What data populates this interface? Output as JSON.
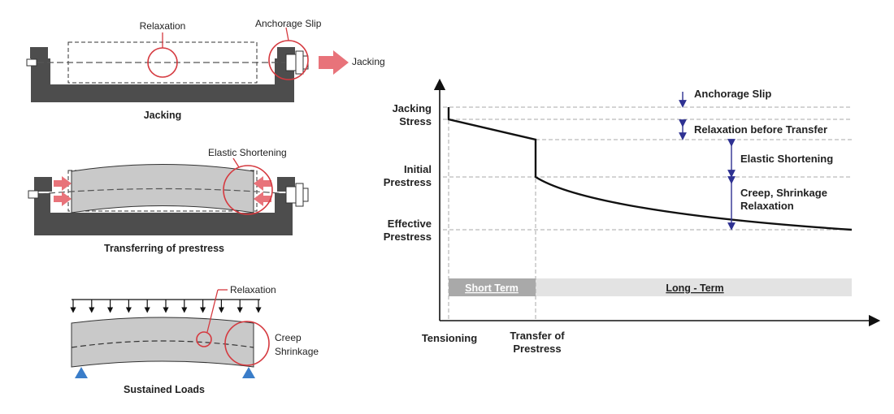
{
  "colors": {
    "concrete": "#4d4d4d",
    "beam": "#c9c9c9",
    "highlight_red": "#d5393f",
    "arrow_pink": "#e8737a",
    "dimension_blue": "#2e3192",
    "support_blue": "#3a7dc9",
    "short_term_fill": "#a9a9a9",
    "long_term_fill": "#e3e3e3"
  },
  "panels": {
    "jacking": {
      "caption": "Jacking",
      "relaxation_label": "Relaxation",
      "anchorage_slip_label": "Anchorage Slip",
      "jacking_arrow_label": "Jacking"
    },
    "transfer": {
      "caption": "Transferring of prestress",
      "elastic_shortening_label": "Elastic Shortening"
    },
    "sustained": {
      "caption": "Sustained Loads",
      "relaxation_label": "Relaxation",
      "creep_label_line1": "Creep",
      "creep_label_line2": "Shrinkage"
    }
  },
  "graph": {
    "y_labels": {
      "jacking_line1": "Jacking",
      "jacking_line2": "Stress",
      "initial_line1": "Initial",
      "initial_line2": "Prestress",
      "effective_line1": "Effective",
      "effective_line2": "Prestress"
    },
    "x_labels": {
      "tensioning": "Tensioning",
      "transfer_line1": "Transfer of",
      "transfer_line2": "Prestress"
    },
    "losses": {
      "anchorage_slip": "Anchorage Slip",
      "relaxation_before_transfer": "Relaxation before Transfer",
      "elastic_shortening": "Elastic Shortening",
      "creep_line1": "Creep, Shrinkage",
      "creep_line2": "Relaxation"
    },
    "bands": {
      "short_term": "Short Term",
      "long_term": "Long - Term"
    }
  }
}
